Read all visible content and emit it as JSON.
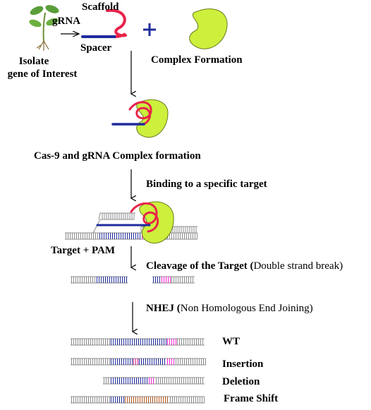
{
  "labels": {
    "grna": "gRNA",
    "scaffold": "Scaffold",
    "spacer": "Spacer",
    "plus": "+",
    "isolate_line1": "Isolate",
    "isolate_line2": "gene of Interest",
    "complex_formation": "Complex Formation",
    "cas9_complex": "Cas-9 and gRNA Complex formation",
    "binding": "Binding to a specific target",
    "target_pam": "Target  + PAM",
    "cleavage_bold": "Cleavage of the Target (",
    "cleavage_normal": "Double  strand break)",
    "nhej_bold": "NHEJ (",
    "nhej_normal": "Non Homologous End Joining)",
    "outcomes": [
      "WT",
      "Insertion",
      "Deletion",
      "Frame Shift"
    ]
  },
  "colors": {
    "grna_scaffold": "#e8234a",
    "grna_spacer": "#1f2b9c",
    "cas9": "#ccf03c",
    "cas9_outline": "#6a7a1a",
    "dna_strand": "#8c8c8c",
    "target_bases": "#1f2b9c",
    "pam_bases": "#ff1fd0",
    "insertion_bases": "#d0138a",
    "frameshift_bases": "#b5541b",
    "plant_leaf": "#5a9e3a",
    "plant_root": "#8a6a3a"
  }
}
